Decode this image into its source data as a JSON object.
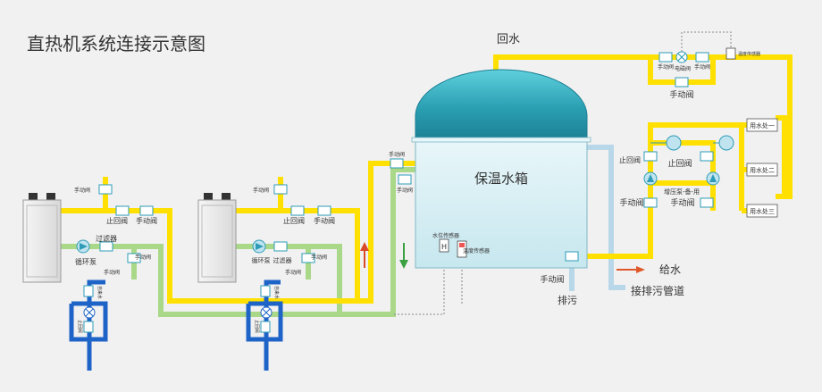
{
  "title": "直热机系统连接示意图",
  "labels": {
    "return_water": "回水",
    "tank": "保温水箱",
    "supply_water": "给水",
    "drain": "排污",
    "drain_pipe": "接排污管道",
    "solenoid_valve": "电磁阀",
    "temp_sensor_top": "温度传感器",
    "water_level_sensor": "水位传感器",
    "temp_sensor": "温度传感器",
    "booster_pump": "增压泵-备-用",
    "check_valve": "止回阀",
    "manual_valve": "手动阀",
    "filter": "过滤器",
    "circ_pump": "循环泵",
    "tap_water": "自来水",
    "supply_check_valve": "止回阀"
  },
  "user_points": [
    "用水处一",
    "用水处二",
    "用水处三"
  ],
  "colors": {
    "background": "#f1f1f1",
    "hot_pipe": "#ffe000",
    "cold_pipe": "#a8d888",
    "tap_pipe": "#1e64c8",
    "drain_pipe": "#b8d8ea",
    "tank_top": "#2fa4b8",
    "tank_body": "#dff2f6",
    "flow_up": "#d84a2a",
    "flow_down": "#3aa040",
    "supply_arrow": "#e0582a"
  }
}
